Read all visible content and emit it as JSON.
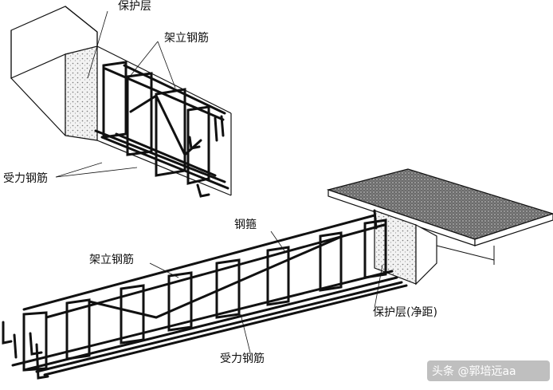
{
  "labels": {
    "top_cover": "保护层",
    "top_erection": "架立钢筋",
    "top_main": "受力钢筋",
    "bottom_stirrup": "钢箍",
    "bottom_erection": "架立钢筋",
    "bottom_cover": "保护层(净距)",
    "bottom_main": "受力钢筋"
  },
  "watermark": "头条 @郭培远aa",
  "colors": {
    "line": "#111111",
    "slab": "#555555",
    "background": "#ffffff"
  }
}
